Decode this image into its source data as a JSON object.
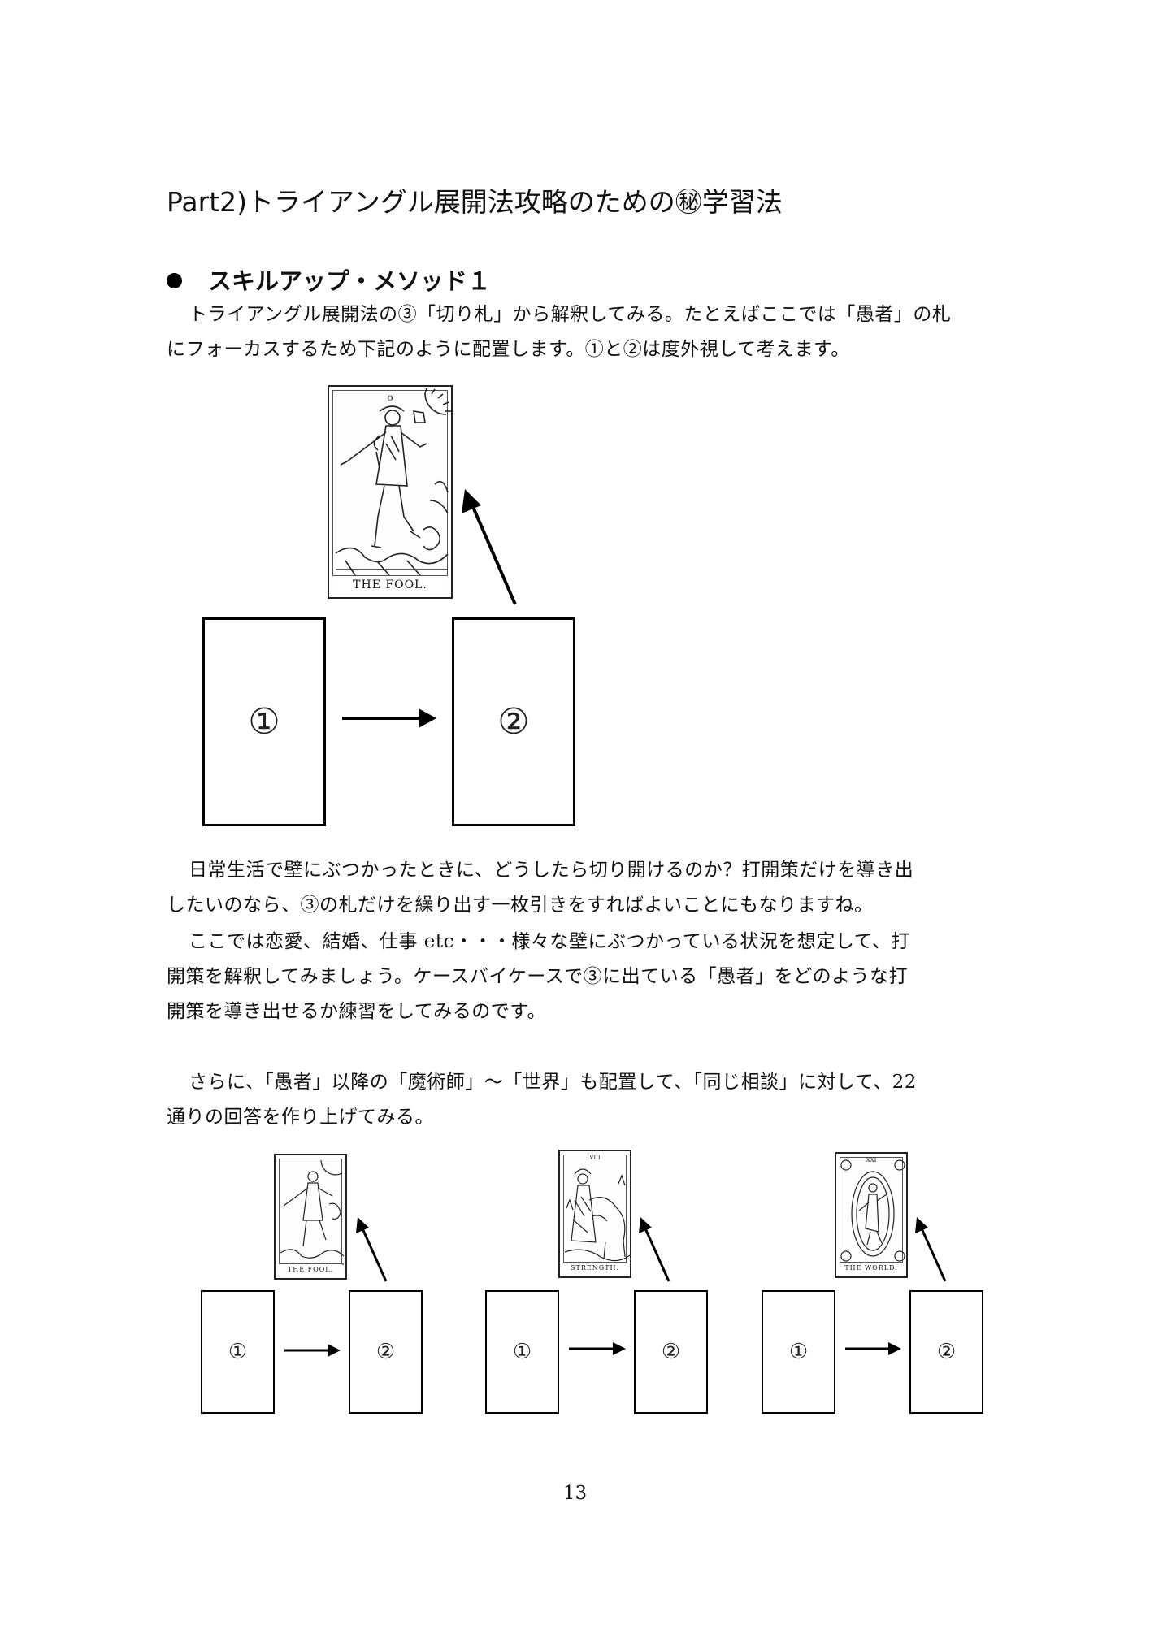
{
  "heading": {
    "title": "Part2)トライアングル展開法攻略のための㊙学習法",
    "subtitle": "スキルアップ・メソッド１"
  },
  "intro": {
    "line1": "トライアングル展開法の③「切り札」から解釈してみる。たとえばここでは「愚者」の札",
    "line2": "にフォーカスするため下記のように配置します。①と②は度外視して考えます。"
  },
  "diagram_main": {
    "card_caption": "THE FOOL.",
    "card_number": "o",
    "box1_label": "①",
    "box2_label": "②"
  },
  "body": {
    "p1_line1": "日常生活で壁にぶつかったときに、どうしたら切り開けるのか？打開策だけを導き出",
    "p1_line2": "したいのなら、③の札だけを繰り出す一枚引きをすればよいことにもなりますね。",
    "p2_line1": "ここでは恋愛、結婚、仕事 etc・・・様々な壁にぶつかっている状況を想定して、打",
    "p2_line2": "開策を解釈してみましょう。ケースバイケースで③に出ている「愚者」をどのような打",
    "p2_line3": "開策を導き出せるか練習をしてみるのです。",
    "p3_line1": "さらに、「愚者」以降の「魔術師」～「世界」も配置して、「同じ相談」に対して、22",
    "p3_line2": "通りの回答を作り上げてみる。"
  },
  "diagrams_small": [
    {
      "card_caption": "THE FOOL.",
      "card_number": "",
      "box1_label": "①",
      "box2_label": "②"
    },
    {
      "card_caption": "STRENGTH.",
      "card_number": "VIII",
      "box1_label": "①",
      "box2_label": "②"
    },
    {
      "card_caption": "THE WORLD.",
      "card_number": "XXI",
      "box1_label": "①",
      "box2_label": "②"
    }
  ],
  "footer": {
    "page_number": "13"
  }
}
